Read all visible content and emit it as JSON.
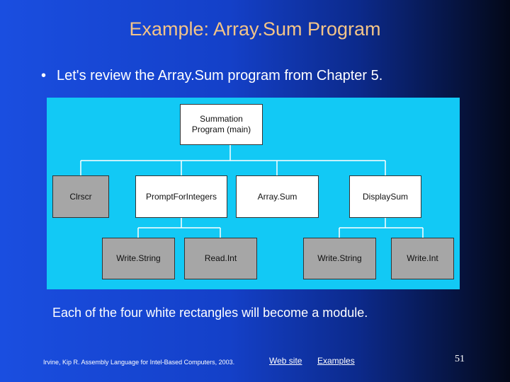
{
  "slide": {
    "title": "Example: Array.Sum Program",
    "bullet_marker": "•",
    "bullet": "Let's review the Array.Sum program from Chapter 5.",
    "caption": "Each of the four white rectangles will become a module."
  },
  "diagram": {
    "root": {
      "line1": "Summation",
      "line2": "Program (main)"
    },
    "level1": [
      "Clrscr",
      "PromptForIntegers",
      "Array.Sum",
      "DisplaySum"
    ],
    "level2": [
      "Write.String",
      "Read.Int",
      "Write.String",
      "Write.Int"
    ]
  },
  "colors": {
    "title": "#f3c488",
    "diagram_bg": "#12c9f5",
    "module_box": "#ffffff",
    "library_box": "#a6a6a6"
  },
  "footer": {
    "credit": "Irvine, Kip R. Assembly Language for Intel-Based Computers, 2003.",
    "link_web": "Web site",
    "link_examples": "Examples",
    "page_number": "51"
  }
}
